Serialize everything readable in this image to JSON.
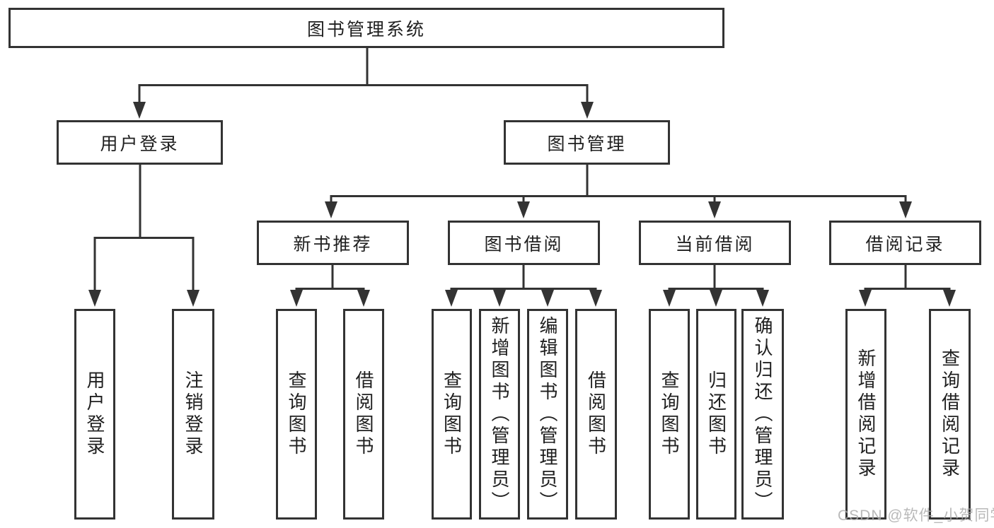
{
  "diagram": {
    "root": "图书管理系统",
    "user": {
      "label": "用户登录",
      "children": [
        "用户登录",
        "注销登录"
      ]
    },
    "book": {
      "label": "图书管理",
      "sections": [
        {
          "label": "新书推荐",
          "children": [
            "查询图书",
            "借阅图书"
          ]
        },
        {
          "label": "图书借阅",
          "children": [
            "查询图书",
            "新增图书（管理员）",
            "编辑图书（管理员）",
            "借阅图书"
          ]
        },
        {
          "label": "当前借阅",
          "children": [
            "查询图书",
            "归还图书",
            "确认归还（管理员）"
          ]
        },
        {
          "label": "借阅记录",
          "children": [
            "新增借阅记录",
            "查询借阅记录"
          ]
        }
      ]
    }
  },
  "watermark": "CSDN @软件_小贺同学",
  "colors": {
    "line": "#333333",
    "text": "#1f1f1f",
    "watermark": "#adadad",
    "background": "#ffffff"
  }
}
